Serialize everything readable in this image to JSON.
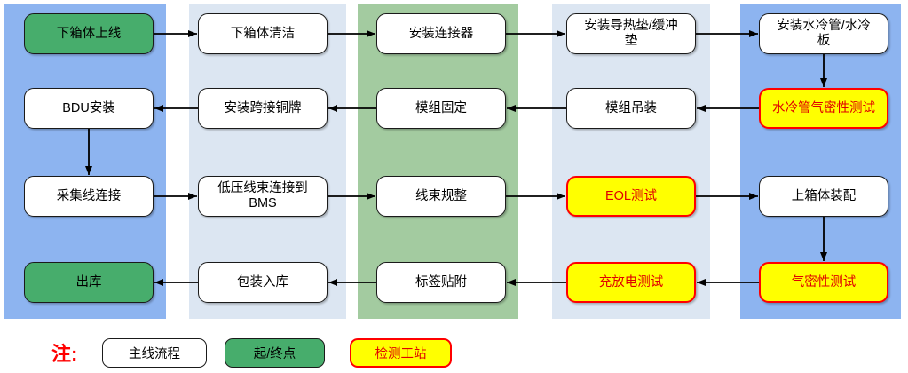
{
  "colors": {
    "lane_blue": "#8DB4F0",
    "lane_light": "#DCE6F2",
    "lane_green": "#A3CBA0",
    "terminal_green": "#47AD6C",
    "test_yellow": "#FFFF00",
    "test_border_red": "#FF0000",
    "box_white": "#FFFFFF",
    "arrow_black": "#000000",
    "note_red": "#FF0000"
  },
  "lanes": [
    {
      "color": "#8DB4F0"
    },
    {
      "color": "#DCE6F2"
    },
    {
      "color": "#A3CBA0"
    },
    {
      "color": "#DCE6F2"
    },
    {
      "color": "#8DB4F0"
    }
  ],
  "nodes": [
    {
      "id": "xiaxiangti-shangxian",
      "label": "下箱体上线",
      "lane": 0,
      "row": 0,
      "type": "terminal"
    },
    {
      "id": "xiaxiangti-qingjie",
      "label": "下箱体清洁",
      "lane": 1,
      "row": 0,
      "type": "normal"
    },
    {
      "id": "anzhuang-lianjieqi",
      "label": "安装连接器",
      "lane": 2,
      "row": 0,
      "type": "normal"
    },
    {
      "id": "anzhuang-daoredian",
      "label": "安装导热垫/缓冲\n垫",
      "lane": 3,
      "row": 0,
      "type": "normal"
    },
    {
      "id": "anzhuang-shuilengguan",
      "label": "安装水冷管/水冷\n板",
      "lane": 4,
      "row": 0,
      "type": "normal"
    },
    {
      "id": "shuilengguan-qimixing-ceshi",
      "label": "水冷管气密性测试",
      "lane": 4,
      "row": 1,
      "type": "test"
    },
    {
      "id": "mozu-diaozhuang",
      "label": "模组吊装",
      "lane": 3,
      "row": 1,
      "type": "normal"
    },
    {
      "id": "mozu-guding",
      "label": "模组固定",
      "lane": 2,
      "row": 1,
      "type": "normal"
    },
    {
      "id": "anzhuang-kuajie-tongpai",
      "label": "安装跨接铜牌",
      "lane": 1,
      "row": 1,
      "type": "normal"
    },
    {
      "id": "bdu-anzhuang",
      "label": "BDU安装",
      "lane": 0,
      "row": 1,
      "type": "normal"
    },
    {
      "id": "caijixian-lianjie",
      "label": "采集线连接",
      "lane": 0,
      "row": 2,
      "type": "normal"
    },
    {
      "id": "diya-xianshu-lianjie-bms",
      "label": "低压线束连接到\nBMS",
      "lane": 1,
      "row": 2,
      "type": "normal"
    },
    {
      "id": "xianshu-guizheng",
      "label": "线束规整",
      "lane": 2,
      "row": 2,
      "type": "normal"
    },
    {
      "id": "eol-ceshi",
      "label": "EOL测试",
      "lane": 3,
      "row": 2,
      "type": "test"
    },
    {
      "id": "shangxiangti-zhuangpei",
      "label": "上箱体装配",
      "lane": 4,
      "row": 2,
      "type": "normal"
    },
    {
      "id": "qimixing-ceshi",
      "label": "气密性测试",
      "lane": 4,
      "row": 3,
      "type": "test"
    },
    {
      "id": "chongfangdian-ceshi",
      "label": "充放电测试",
      "lane": 3,
      "row": 3,
      "type": "test"
    },
    {
      "id": "biaoqian-tiefu",
      "label": "标签贴附",
      "lane": 2,
      "row": 3,
      "type": "normal"
    },
    {
      "id": "baozhuang-ruku",
      "label": "包装入库",
      "lane": 1,
      "row": 3,
      "type": "normal"
    },
    {
      "id": "chuku",
      "label": "出库",
      "lane": 0,
      "row": 3,
      "type": "terminal"
    }
  ],
  "edges": [
    [
      0,
      1
    ],
    [
      1,
      2
    ],
    [
      2,
      3
    ],
    [
      3,
      4
    ],
    [
      4,
      5
    ],
    [
      5,
      6
    ],
    [
      6,
      7
    ],
    [
      7,
      8
    ],
    [
      8,
      9
    ],
    [
      9,
      10
    ],
    [
      10,
      11
    ],
    [
      11,
      12
    ],
    [
      12,
      13
    ],
    [
      13,
      14
    ],
    [
      14,
      15
    ],
    [
      15,
      16
    ],
    [
      16,
      17
    ],
    [
      17,
      18
    ],
    [
      18,
      19
    ]
  ],
  "legend": {
    "note_label": "注:",
    "items": [
      {
        "label": "主线流程",
        "type": "normal"
      },
      {
        "label": "起/终点",
        "type": "terminal"
      },
      {
        "label": "检测工站",
        "type": "test"
      }
    ]
  }
}
